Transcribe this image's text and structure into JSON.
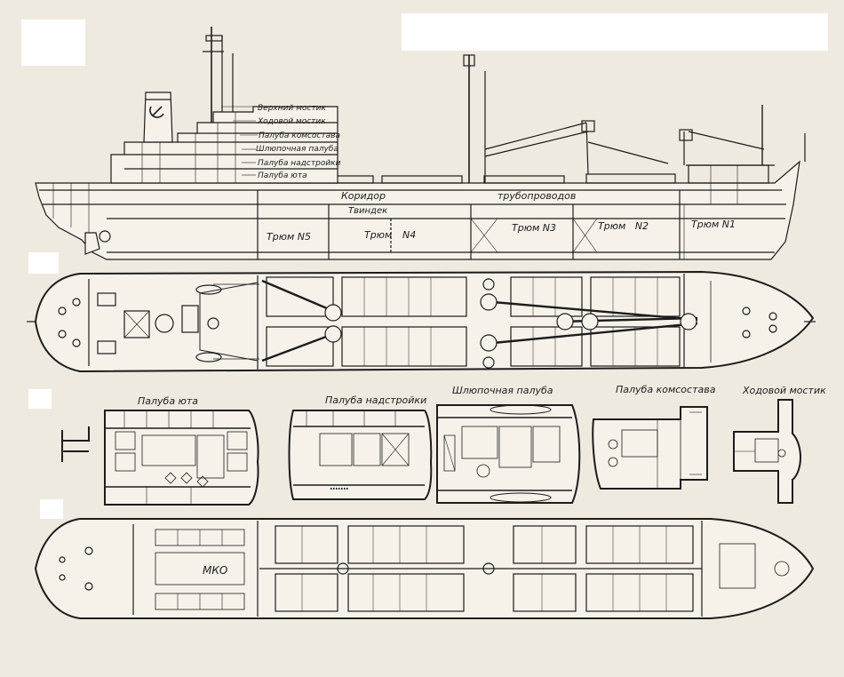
{
  "colors": {
    "paper": "#efeae0",
    "hull_fill": "#f6f2ea",
    "ink": "#1c1c1c",
    "white_patch": "#ffffff"
  },
  "profile": {
    "deck_labels": [
      "Верхний мостик",
      "Ходовой мостик",
      "Палуба комсостава",
      "Шлюпочная палуба",
      "Палуба надстройки",
      "Палуба юта"
    ],
    "corridor": "Коридор",
    "pipes": "трубопроводов",
    "tweendeck": "Твиндек",
    "holds": [
      "Трюм N5",
      "Трюм",
      "N4",
      "Трюм N3",
      "Трюм   N2",
      "Трюм N1"
    ]
  },
  "plans": {
    "titles": [
      "Палуба юта",
      "Палуба надстройки",
      "Шлюпочная палуба",
      "Палуба комсостава",
      "Ходовой мостик"
    ],
    "engine_room": "МКО"
  },
  "icons": [
    "hammer-sickle-icon"
  ]
}
